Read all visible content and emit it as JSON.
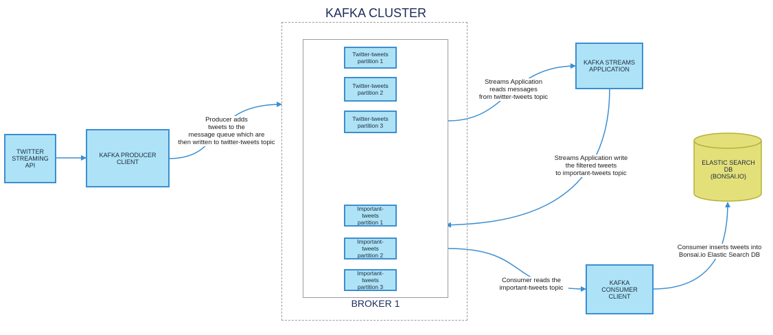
{
  "cluster": {
    "title": "KAFKA CLUSTER"
  },
  "broker": {
    "title": "BROKER 1"
  },
  "nodes": {
    "twitter_api": "TWITTER\nSTREAMING\nAPI",
    "producer": "KAFKA PRODUCER\nCLIENT",
    "streams_app": "KAFKA STREAMS\nAPPLICATION",
    "consumer": "KAFKA\nCONSUMER\nCLIENT",
    "elastic_db": "ELASTIC SEARCH\nDB\n(BONSAI.IO)"
  },
  "partitions": {
    "twitter": [
      "Twitter-tweets\npartition 1",
      "Twitter-tweets\npartition 2",
      "Twitter-tweets\npartition 3"
    ],
    "important": [
      "Important-\ntweets\npartition 1",
      "Important-\ntweets\npartition 2",
      "Important-\ntweets\npartition 3"
    ]
  },
  "edge_labels": {
    "producer_adds": "Producer adds\ntweets to the\nmessage queue which are\nthen written to twitter-tweets topic",
    "streams_reads": "Streams Application\nreads messages\nfrom twitter-tweets topic",
    "streams_writes": "Streams Application write\nthe filtered tweets\nto important-tweets topic",
    "consumer_reads": "Consumer reads the\nimportant-tweets topic",
    "consumer_inserts": "Consumer inserts tweets into\nBonsai.io Elastic Search DB"
  },
  "colors": {
    "box_fill": "#aee3f7",
    "box_stroke": "#3b8ed1",
    "db_fill": "#e3e07a",
    "db_stroke": "#b5b13a",
    "arrow": "#3b8ed1",
    "frame": "#9a9a9a"
  }
}
